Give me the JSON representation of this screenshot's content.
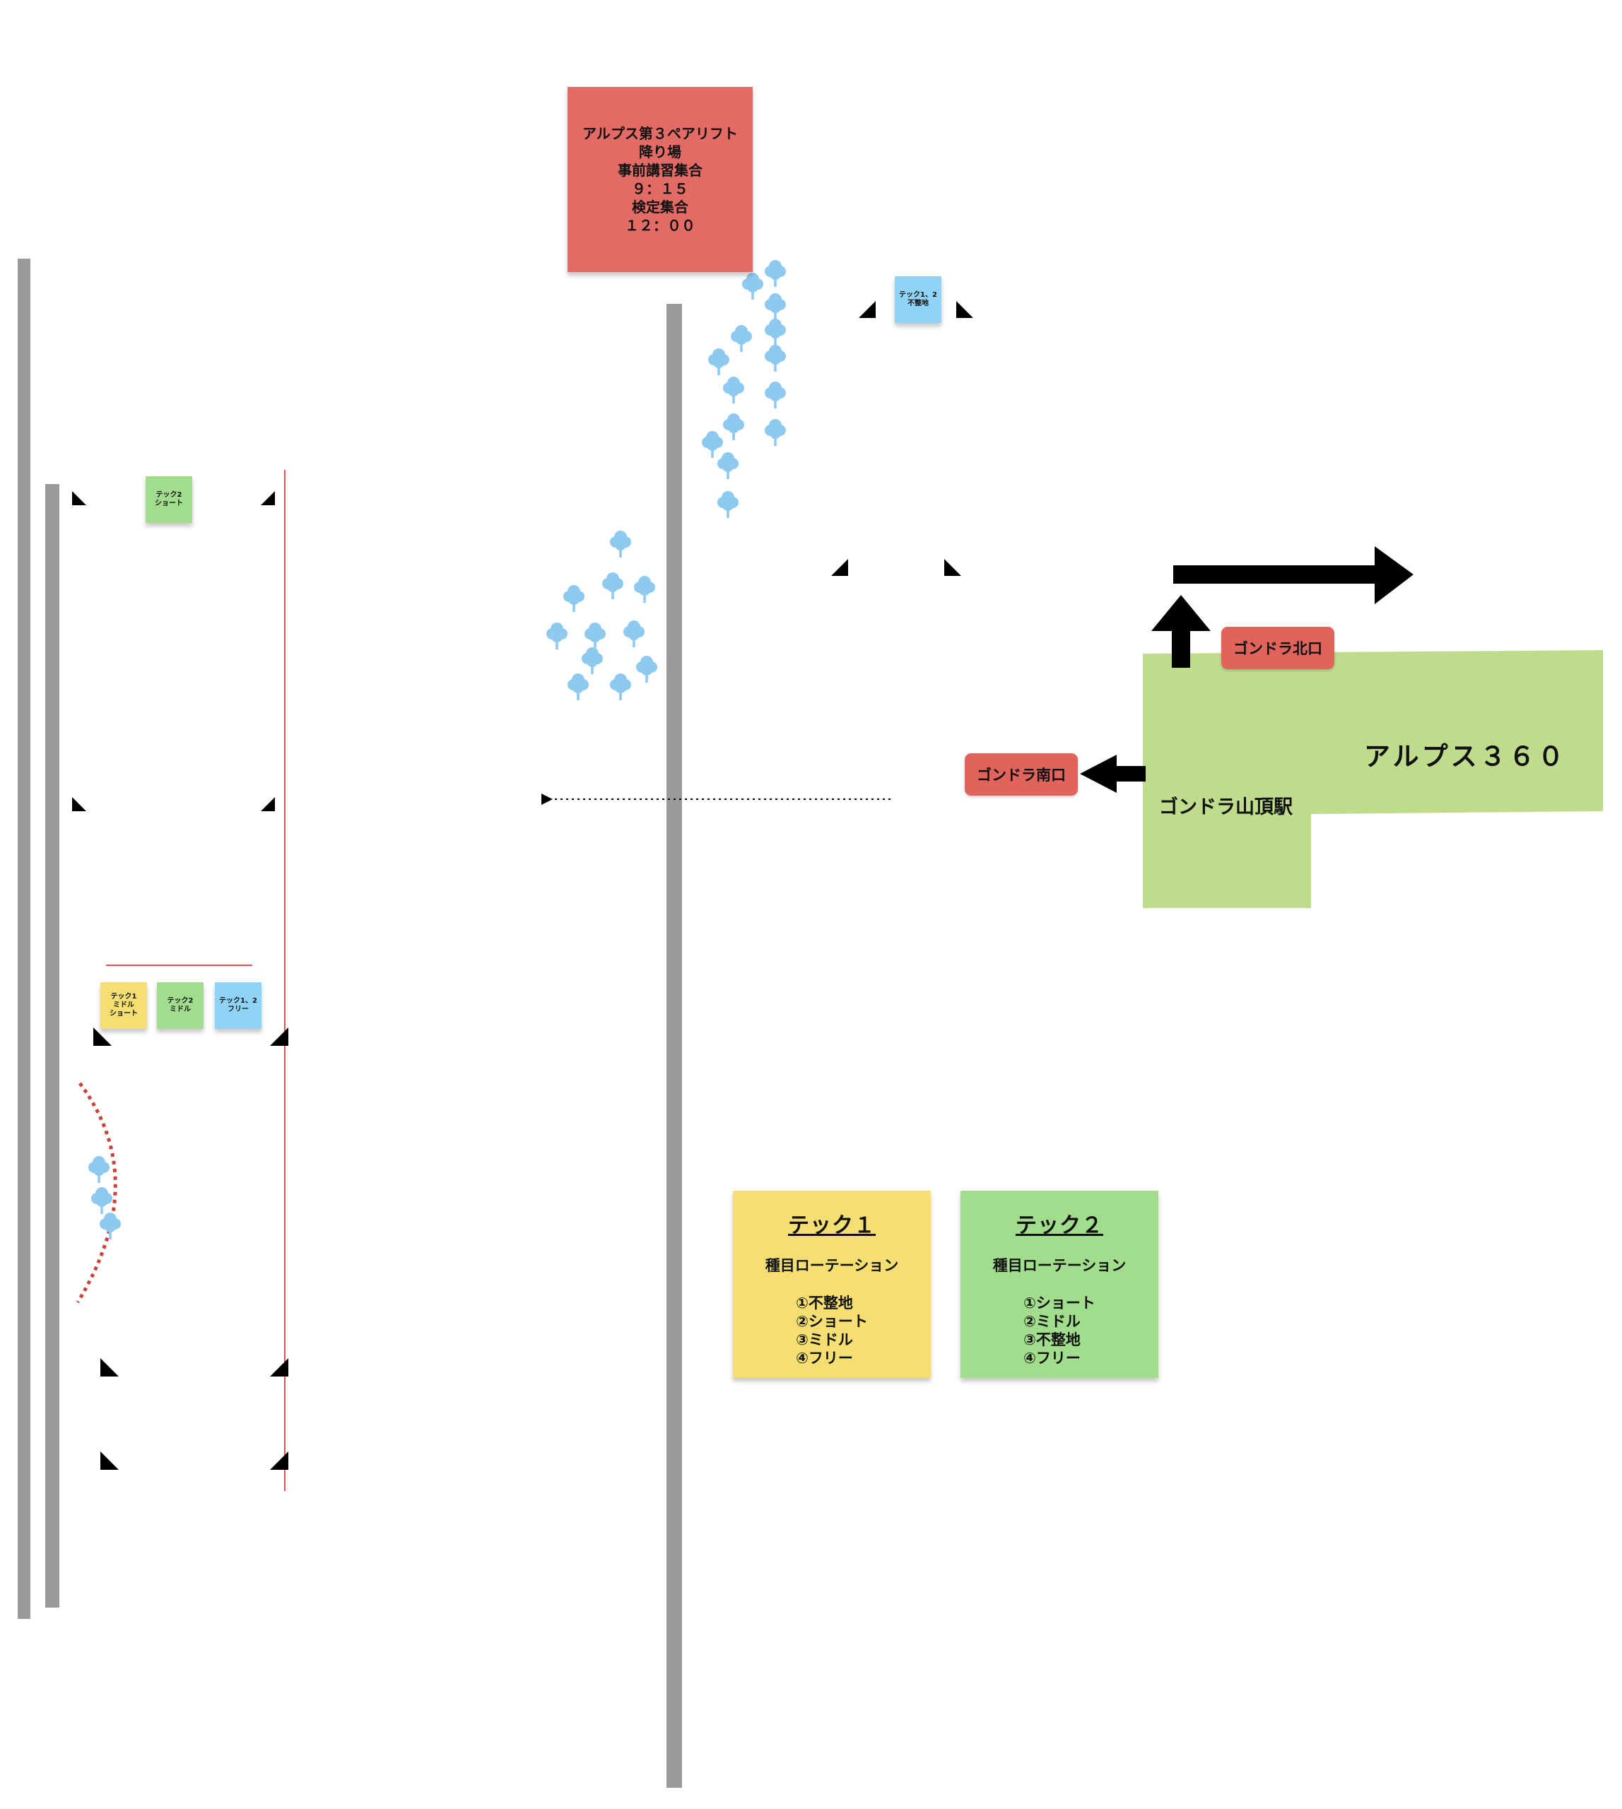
{
  "notes": {
    "meeting": {
      "lines": [
        "アルプス第３ペアリフト",
        "降り場",
        "事前講習集合",
        "９：１５",
        "検定集合",
        "１２：００"
      ],
      "color": "#e26b66"
    },
    "teck12_rough": {
      "lines": [
        "テック1、2",
        "不整地"
      ],
      "color": "#8fd3f7"
    },
    "teck2_short": {
      "lines": [
        "テック2",
        "ショート"
      ],
      "color": "#a2dd8e"
    },
    "teck1_middle_short": {
      "lines": [
        "テック1",
        "ミドル",
        "ショート"
      ],
      "color": "#f5df72"
    },
    "teck2_middle": {
      "lines": [
        "テック2",
        "ミドル"
      ],
      "color": "#a2dd8e"
    },
    "teck12_free": {
      "lines": [
        "テック1、2",
        "フリー"
      ],
      "color": "#8fd3f7"
    }
  },
  "station": {
    "name": "アルプス３６０",
    "sub": "ゴンドラ山頂駅",
    "color": "#bedc8c",
    "north_exit": "ゴンドラ北口",
    "south_exit": "ゴンドラ南口"
  },
  "rotation": [
    {
      "title": "テック１",
      "subtitle": "種目ローテーション",
      "items": [
        "①不整地",
        "②ショート",
        "③ミドル",
        "④フリー"
      ],
      "color": "#f5df72"
    },
    {
      "title": "テック２",
      "subtitle": "種目ローテーション",
      "items": [
        "①ショート",
        "②ミドル",
        "③不整地",
        "④フリー"
      ],
      "color": "#a2dd8e"
    }
  ],
  "colors": {
    "pole": "#9a9a9a",
    "tree": "#8ec9ef",
    "boundary": "#d9534f",
    "exit_pill": "#e0645c",
    "arrow": "#000000"
  }
}
